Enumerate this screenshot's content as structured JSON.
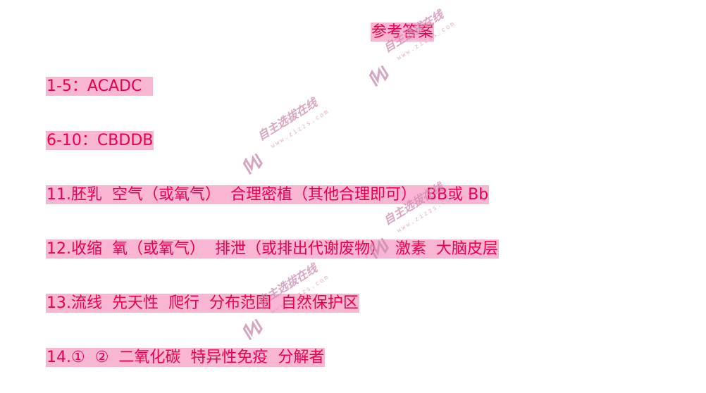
{
  "document": {
    "title": "参考答案",
    "lines": [
      "1-5：ACADC",
      "6-10：CBDDB",
      "11.胚乳  空气（或氧气）  合理密植（其他合理即可）  BB或 Bb",
      "12.收缩  氧（或氧气）  排泄（或排出代谢废物）  激素  大脑皮层",
      "13.流线  先天性  爬行  分布范围  自然保护区",
      "14.①  ②  二氧化碳  特异性免疫  分解者"
    ]
  },
  "watermark": {
    "text": "自主选拔在线",
    "url": "www.zizzs.com",
    "icon": "zizzs-logo-icon"
  },
  "colors": {
    "highlight": "#f9b6d2",
    "text": "#e8004f",
    "watermark": "#d088b0"
  }
}
